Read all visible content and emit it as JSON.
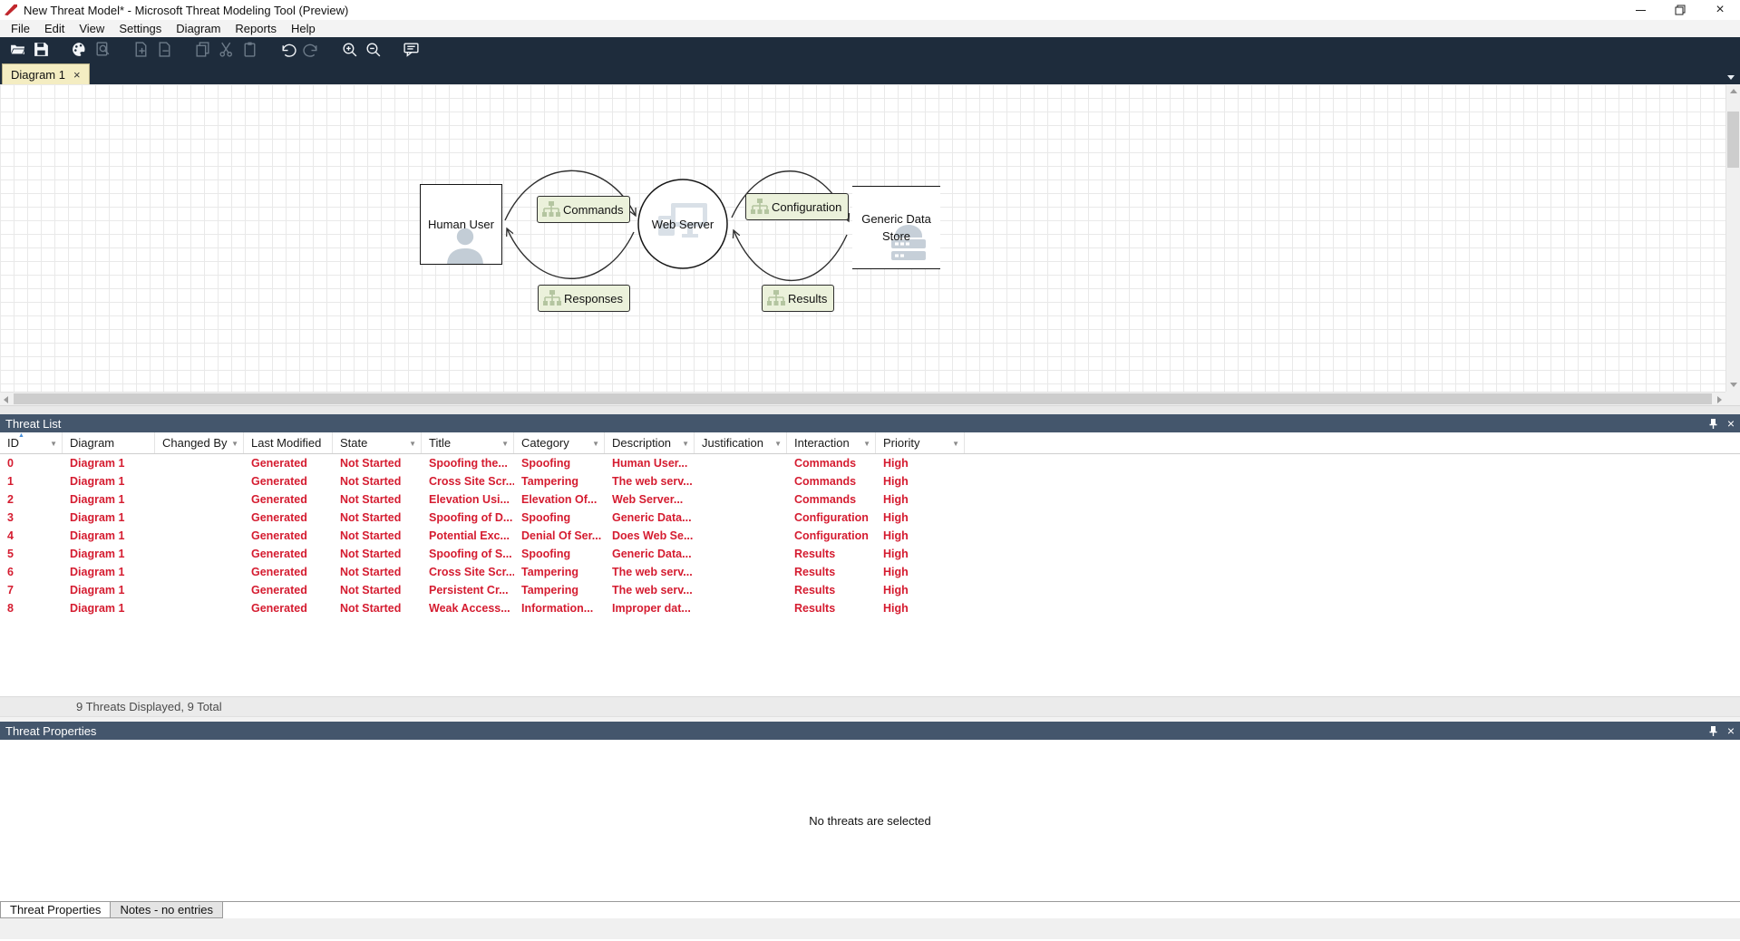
{
  "window": {
    "title": "New Threat Model* - Microsoft Threat Modeling Tool (Preview)",
    "controls": {
      "minimize": "minimize",
      "restore": "restore",
      "close": "close"
    }
  },
  "menu": {
    "items": [
      "File",
      "Edit",
      "View",
      "Settings",
      "Diagram",
      "Reports",
      "Help"
    ]
  },
  "toolbar": {
    "buttons": [
      {
        "name": "open",
        "enabled": true
      },
      {
        "name": "save",
        "enabled": true
      },
      {
        "name": "palette",
        "enabled": true,
        "group_start": true
      },
      {
        "name": "doc-search",
        "enabled": false
      },
      {
        "name": "add-page",
        "enabled": false,
        "group_start": true
      },
      {
        "name": "remove-page",
        "enabled": false
      },
      {
        "name": "copy",
        "enabled": false,
        "group_start": true
      },
      {
        "name": "cut",
        "enabled": false
      },
      {
        "name": "paste",
        "enabled": false
      },
      {
        "name": "undo",
        "enabled": true,
        "group_start": true
      },
      {
        "name": "redo",
        "enabled": false
      },
      {
        "name": "zoom-in",
        "enabled": true,
        "group_start": true
      },
      {
        "name": "zoom-out",
        "enabled": true
      },
      {
        "name": "feedback",
        "enabled": true,
        "group_start": true
      }
    ]
  },
  "doc_tab": {
    "label": "Diagram 1",
    "close": "×"
  },
  "diagram": {
    "nodes": {
      "human_user": "Human User",
      "web_server": "Web Server",
      "data_store": "Generic Data Store"
    },
    "flows": {
      "commands": "Commands",
      "responses": "Responses",
      "configuration": "Configuration",
      "results": "Results"
    }
  },
  "threat_list": {
    "title": "Threat List",
    "columns": [
      {
        "label": "ID",
        "filterable": true,
        "sorted": "asc"
      },
      {
        "label": "Diagram",
        "filterable": false
      },
      {
        "label": "Changed By",
        "filterable": true
      },
      {
        "label": "Last Modified",
        "filterable": false
      },
      {
        "label": "State",
        "filterable": true
      },
      {
        "label": "Title",
        "filterable": true
      },
      {
        "label": "Category",
        "filterable": true
      },
      {
        "label": "Description",
        "filterable": true
      },
      {
        "label": "Justification",
        "filterable": true
      },
      {
        "label": "Interaction",
        "filterable": true
      },
      {
        "label": "Priority",
        "filterable": true
      }
    ],
    "rows": [
      [
        "0",
        "Diagram 1",
        "",
        "Generated",
        "Not Started",
        "Spoofing the...",
        "Spoofing",
        "Human User...",
        "",
        "Commands",
        "High"
      ],
      [
        "1",
        "Diagram 1",
        "",
        "Generated",
        "Not Started",
        "Cross Site Scr...",
        "Tampering",
        "The web serv...",
        "",
        "Commands",
        "High"
      ],
      [
        "2",
        "Diagram 1",
        "",
        "Generated",
        "Not Started",
        "Elevation Usi...",
        "Elevation Of...",
        "Web Server...",
        "",
        "Commands",
        "High"
      ],
      [
        "3",
        "Diagram 1",
        "",
        "Generated",
        "Not Started",
        "Spoofing of D...",
        "Spoofing",
        "Generic Data...",
        "",
        "Configuration",
        "High"
      ],
      [
        "4",
        "Diagram 1",
        "",
        "Generated",
        "Not Started",
        "Potential Exc...",
        "Denial Of Ser...",
        "Does Web Se...",
        "",
        "Configuration",
        "High"
      ],
      [
        "5",
        "Diagram 1",
        "",
        "Generated",
        "Not Started",
        "Spoofing of S...",
        "Spoofing",
        "Generic Data...",
        "",
        "Results",
        "High"
      ],
      [
        "6",
        "Diagram 1",
        "",
        "Generated",
        "Not Started",
        "Cross Site Scr...",
        "Tampering",
        "The web serv...",
        "",
        "Results",
        "High"
      ],
      [
        "7",
        "Diagram 1",
        "",
        "Generated",
        "Not Started",
        "Persistent Cr...",
        "Tampering",
        "The web serv...",
        "",
        "Results",
        "High"
      ],
      [
        "8",
        "Diagram 1",
        "",
        "Generated",
        "Not Started",
        "Weak Access...",
        "Information...",
        "Improper dat...",
        "",
        "Results",
        "High"
      ]
    ],
    "status": "9 Threats Displayed, 9 Total"
  },
  "threat_properties": {
    "title": "Threat Properties",
    "empty_message": "No threats are selected",
    "tabs": [
      {
        "label": "Threat Properties",
        "active": true
      },
      {
        "label": "Notes - no entries",
        "active": false
      }
    ]
  },
  "colors": {
    "toolbar_dark": "#1e2c3c",
    "tab_cream": "#f4edc2",
    "panel_header_blue": "#44566c",
    "threat_red": "#d51c30",
    "flow_label_green": "#ebf1db",
    "grid_line": "#e9e9e9"
  }
}
